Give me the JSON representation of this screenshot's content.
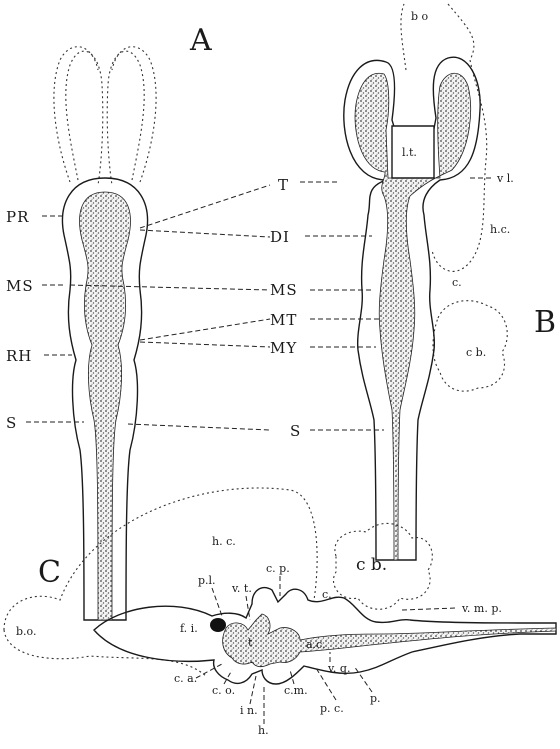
{
  "panels": {
    "A": {
      "letter": "A",
      "left_labels": [
        "PR",
        "MS",
        "RH",
        "S"
      ]
    },
    "B": {
      "letter": "B",
      "center_labels": [
        "T",
        "DI",
        "MS",
        "MT",
        "MY",
        "S"
      ],
      "side_labels": {
        "bo": "b o",
        "lt": "l.t.",
        "vl": "v l.",
        "hc": "h.c.",
        "c": "c.",
        "cb": "c b."
      }
    },
    "C": {
      "letter": "C",
      "labels": {
        "bo": "b.o.",
        "hc": "h. c.",
        "pl": "p.l.",
        "vt": "v. t.",
        "cp": "c. p.",
        "cb": "c b.",
        "c": "c.",
        "vmp": "v. m. p.",
        "fi": "f. i.",
        "t": "t",
        "ac": "a.c.",
        "vq": "v. q.",
        "ca": "c. a.",
        "co": "c. o.",
        "in": "i n.",
        "h": "h.",
        "cm": "c.m.",
        "pc": "p. c.",
        "p": "p."
      }
    }
  }
}
